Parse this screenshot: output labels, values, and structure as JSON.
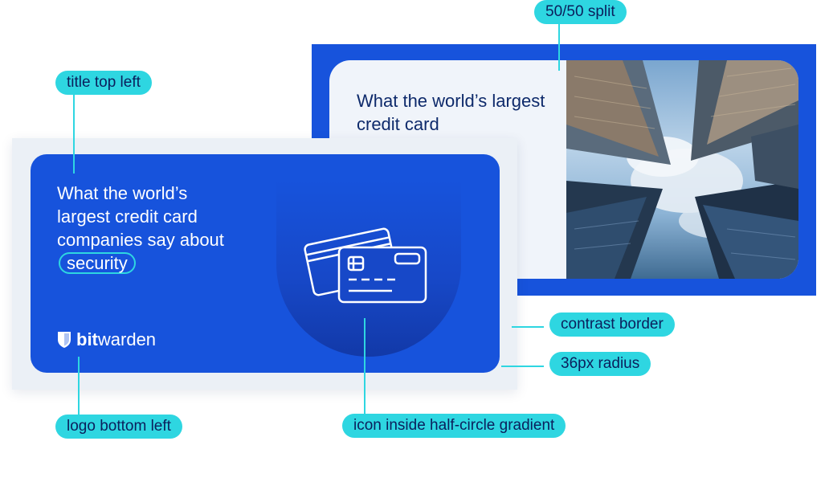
{
  "annotations": {
    "split": "50/50 split",
    "title_pos": "title top left",
    "contrast": "contrast border",
    "radius": "36px radius",
    "logo_pos": "logo bottom left",
    "icon": "icon inside half-circle gradient"
  },
  "back_card": {
    "title": "What the world’s largest credit card"
  },
  "front_card": {
    "title_main": "What the world’s largest credit card companies say about",
    "title_highlight": "security",
    "logo_bold": "bit",
    "logo_rest": "warden"
  },
  "colors": {
    "brand_blue": "#1753dc",
    "accent_cyan": "#2ed6e1",
    "navy": "#0e2a6b"
  }
}
